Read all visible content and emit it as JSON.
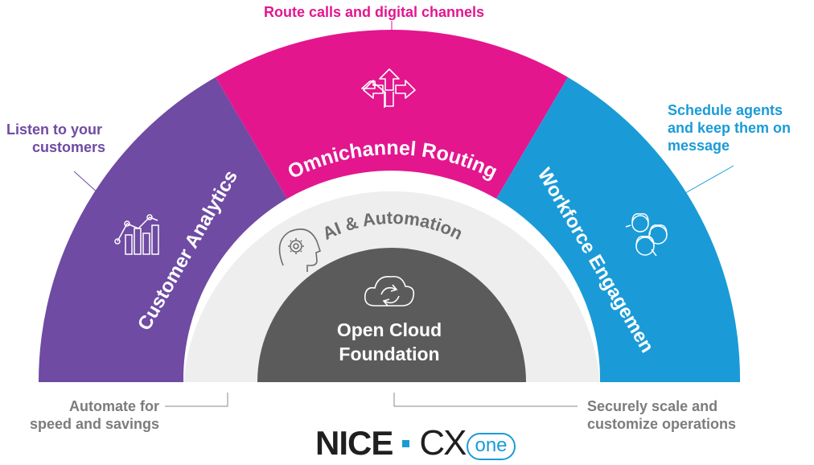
{
  "segments": {
    "analytics": {
      "label": "Customer Analytics",
      "icon": "analytics-chart-icon",
      "color": "#6f4ba3"
    },
    "routing": {
      "label": "Omnichannel Routing",
      "icon": "routing-arrows-icon",
      "color": "#e3168e"
    },
    "workforce": {
      "label": "Workforce Engagement",
      "icon": "agents-team-icon",
      "color": "#1a9bd7"
    },
    "automation": {
      "label": "AI & Automation",
      "icon": "ai-head-gear-icon",
      "color": "#eeeeee"
    },
    "foundation": {
      "label_line1": "Open Cloud",
      "label_line2": "Foundation",
      "icon": "cloud-sync-icon",
      "color": "#5b5b5b"
    }
  },
  "callouts": {
    "routing": "Route calls and digital channels",
    "analytics_line1": "Listen to your",
    "analytics_line2": "customers",
    "workforce_line1": "Schedule agents",
    "workforce_line2": "and keep them on",
    "workforce_line3": "message",
    "automation_line1": "Automate for",
    "automation_line2": "speed and savings",
    "foundation_line1": "Securely scale and",
    "foundation_line2": "customize operations"
  },
  "brand": {
    "nice": "NICE",
    "cx": "CX",
    "one": "one",
    "accent": "#1a9bd7"
  }
}
